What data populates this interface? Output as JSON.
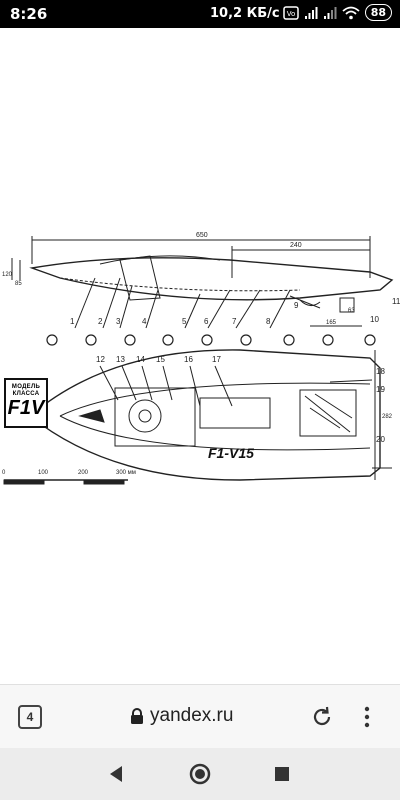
{
  "status_bar": {
    "time": "8:26",
    "network_speed": "10,2 КБ/с",
    "battery": "88",
    "icons": [
      "nfc-icon",
      "volte-icon",
      "signal-icon",
      "signal-icon",
      "wifi-icon",
      "battery-icon"
    ]
  },
  "drawing": {
    "badge_top": "МОДЕЛЬ КЛАССА",
    "badge_class": "F1V",
    "dim_overall": "650",
    "dim_cabin": "240",
    "dim_height1": "120",
    "dim_height2": "85",
    "dim_stern": "165",
    "dim_sub": "63",
    "dim_width": "282",
    "hull_label": "F1-V15",
    "part_numbers": [
      "1",
      "2",
      "3",
      "4",
      "5",
      "6",
      "7",
      "8",
      "9",
      "10",
      "11",
      "12",
      "13",
      "14",
      "15",
      "16",
      "17",
      "18",
      "19",
      "20"
    ],
    "scale_labels": [
      "0",
      "100",
      "200",
      "300 мм"
    ]
  },
  "browser": {
    "tab_count": "4",
    "url": "yandex.ru"
  }
}
